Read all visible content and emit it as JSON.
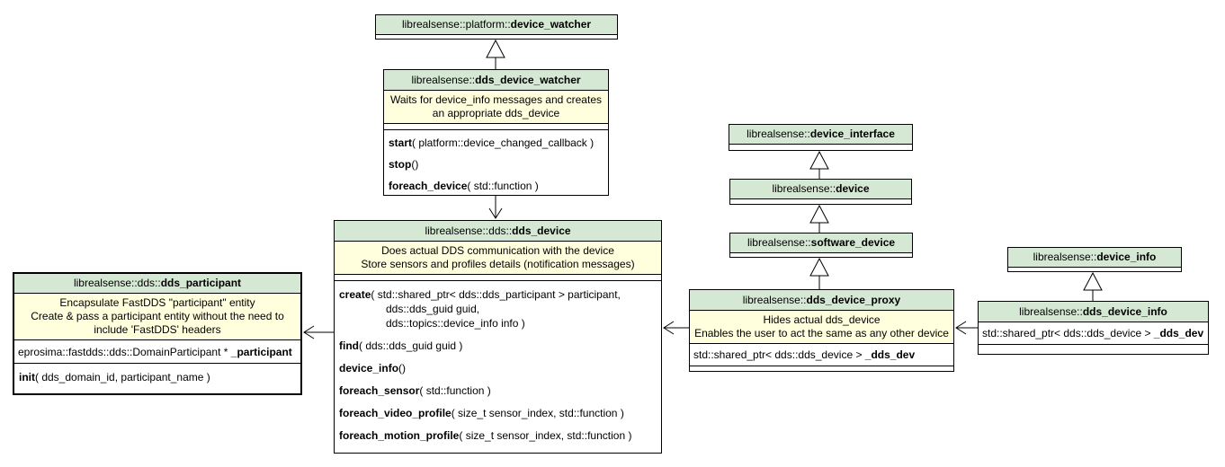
{
  "diagram": {
    "kind": "uml-class-diagram",
    "colors": {
      "class_header_fill": "#d5e8d4",
      "note_fill": "#ffffde",
      "border": "#000000",
      "background": "#ffffff"
    },
    "classes": {
      "platform_device_watcher": {
        "ns": "librealsense::platform::",
        "name": "device_watcher"
      },
      "dds_device_watcher": {
        "ns": "librealsense::",
        "name": "dds_device_watcher",
        "note": "Waits for device_info messages and creates\nan appropriate dds_device",
        "methods": [
          {
            "name": "start",
            "sig": "( platform::device_changed_callback )"
          },
          {
            "name": "stop",
            "sig": "()"
          },
          {
            "name": "foreach_device",
            "sig": "( std::function )"
          }
        ]
      },
      "dds_device": {
        "ns": "librealsense::dds::",
        "name": "dds_device",
        "note": "Does actual DDS communication with the device\nStore sensors and profiles details (notification messages)",
        "methods": [
          {
            "name": "create",
            "sig": "( std::shared_ptr< dds::dds_participant > participant,",
            "cont": [
              "dds::dds_guid guid,",
              "dds::topics::device_info info )"
            ]
          },
          {
            "name": "find",
            "sig": "( dds::dds_guid guid )"
          },
          {
            "name": "device_info",
            "sig": "()"
          },
          {
            "name": "foreach_sensor",
            "sig": "( std::function )"
          },
          {
            "name": "foreach_video_profile",
            "sig": "( size_t sensor_index, std::function )"
          },
          {
            "name": "foreach_motion_profile",
            "sig": "( size_t sensor_index, std::function )"
          }
        ]
      },
      "dds_participant": {
        "ns": "librealsense::dds::",
        "name": "dds_participant",
        "note": "Encapsulate FastDDS \"participant\" entity\nCreate & pass a participant entity without the need to\ninclude 'FastDDS' headers",
        "attribute": {
          "type": "eprosima::fastdds::dds::DomainParticipant * ",
          "name": "_participant"
        },
        "methods": [
          {
            "name": "init",
            "sig": "( dds_domain_id, participant_name )"
          }
        ]
      },
      "device_interface": {
        "ns": "librealsense::",
        "name": "device_interface"
      },
      "device": {
        "ns": "librealsense::",
        "name": "device"
      },
      "software_device": {
        "ns": "librealsense::",
        "name": "software_device"
      },
      "dds_device_proxy": {
        "ns": "librealsense::",
        "name": "dds_device_proxy",
        "note": "Hides actual dds_device\nEnables the user to act the same as any other device",
        "attribute": {
          "type": "std::shared_ptr< dds::dds_device > ",
          "name": "_dds_dev"
        }
      },
      "device_info": {
        "ns": "librealsense::",
        "name": "device_info"
      },
      "dds_device_info": {
        "ns": "librealsense::",
        "name": "dds_device_info",
        "attribute": {
          "type": "std::shared_ptr< dds::dds_device > ",
          "name": "_dds_dev"
        }
      }
    },
    "relations": [
      "dds_device_watcher --|> platform::device_watcher",
      "dds_device_watcher --> dds_device",
      "dds_device --> dds_participant",
      "device --|> device_interface",
      "software_device --|> device",
      "dds_device_proxy --|> software_device",
      "dds_device_proxy --> dds_device",
      "dds_device_info --|> device_info",
      "dds_device_info --> dds_device_proxy"
    ]
  }
}
